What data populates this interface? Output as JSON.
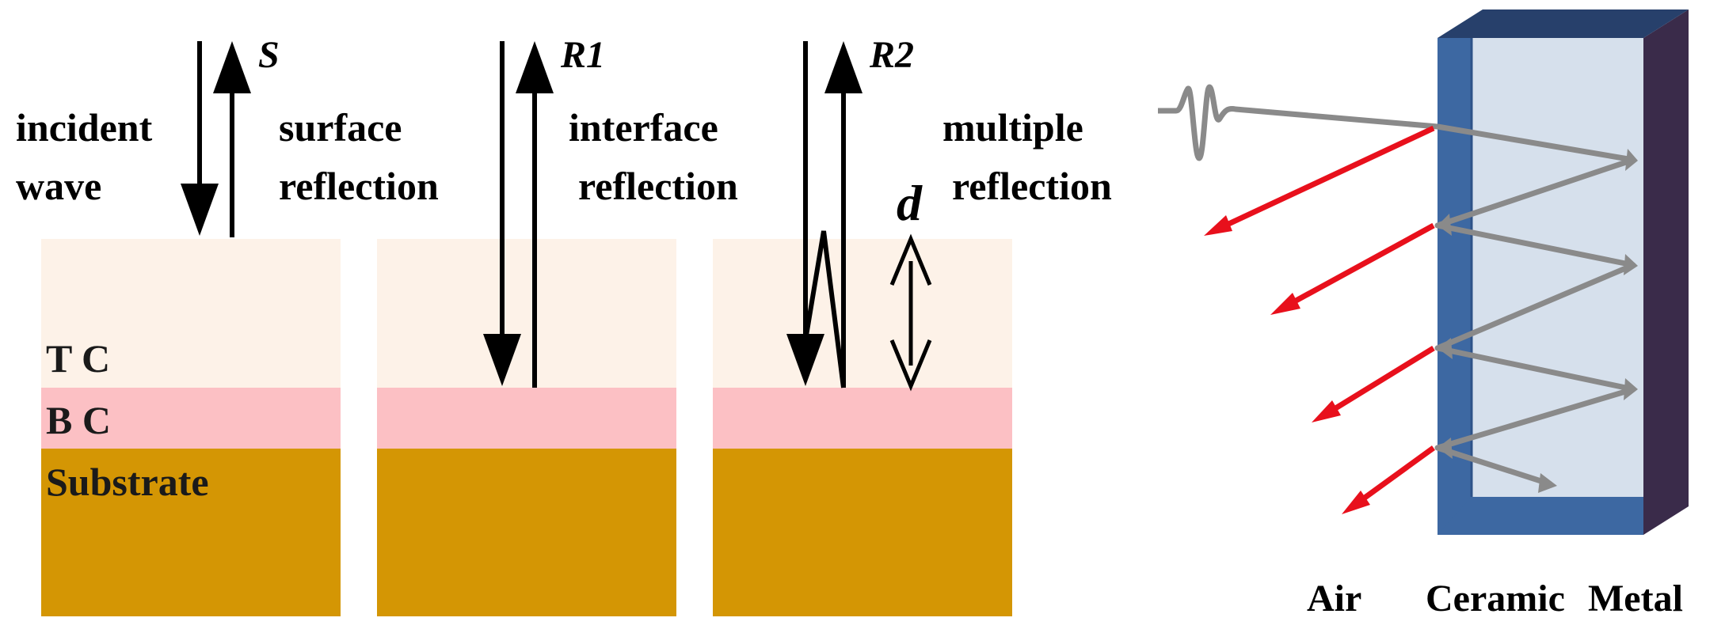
{
  "panels": {
    "surface": {
      "beam_label": "S",
      "caption_left": [
        "incident",
        "wave"
      ],
      "caption_right": [
        "surface",
        "reflection"
      ]
    },
    "interface": {
      "beam_label": "R1",
      "caption": [
        "interface",
        "reflection"
      ]
    },
    "multiple": {
      "beam_label": "R2",
      "thickness_label": "d",
      "caption": [
        "multiple",
        "reflection"
      ]
    }
  },
  "layers": {
    "tc": "T C",
    "bc": "B C",
    "substrate": "Substrate"
  },
  "right_figure": {
    "labels": [
      "Air",
      "Ceramic",
      "Metal"
    ]
  },
  "colors": {
    "tc": "#fdf2e8",
    "bc": "#fcc0c4",
    "substrate": "#d49604",
    "ceramic_front": "#3d68a2",
    "ceramic_fill": "#d6e0ec",
    "metal": "#3a2b4a",
    "reflection_arrow": "#e8101c",
    "beam_gray": "#8a8a8a"
  }
}
